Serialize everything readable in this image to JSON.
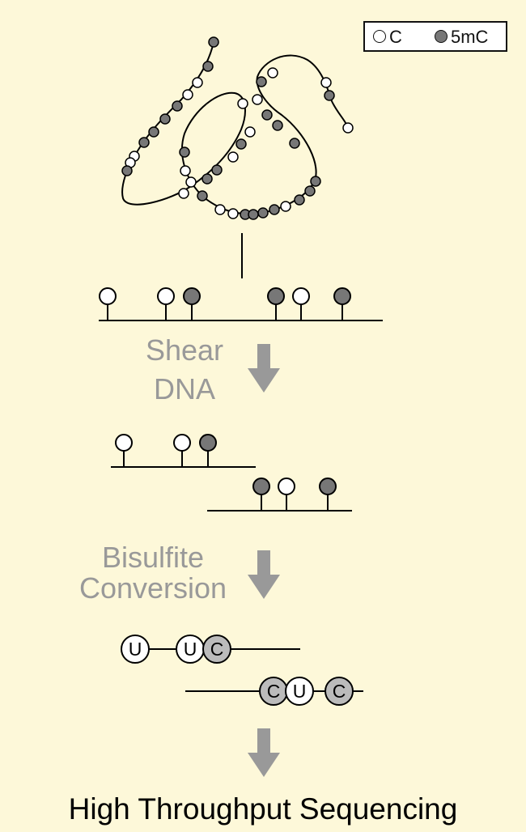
{
  "legend": {
    "items": [
      {
        "label": "C",
        "fill": "#ffffff"
      },
      {
        "label": "5mC",
        "fill": "#777777"
      }
    ]
  },
  "steps": {
    "shear_line1": "Shear",
    "shear_line2": "DNA",
    "bisulfite_line1": "Bisulfite",
    "bisulfite_line2": "Conversion"
  },
  "converted": {
    "strand_a": [
      "U",
      "U",
      "C"
    ],
    "strand_b": [
      "C",
      "U",
      "C"
    ]
  },
  "final_label": "High Throughput Sequencing",
  "colors": {
    "background": "#fdf8d9",
    "unmethylated": "#ffffff",
    "methylated": "#777777",
    "converted_c": "#bbbbbb",
    "arrow": "#999999",
    "step_text": "#999999"
  }
}
